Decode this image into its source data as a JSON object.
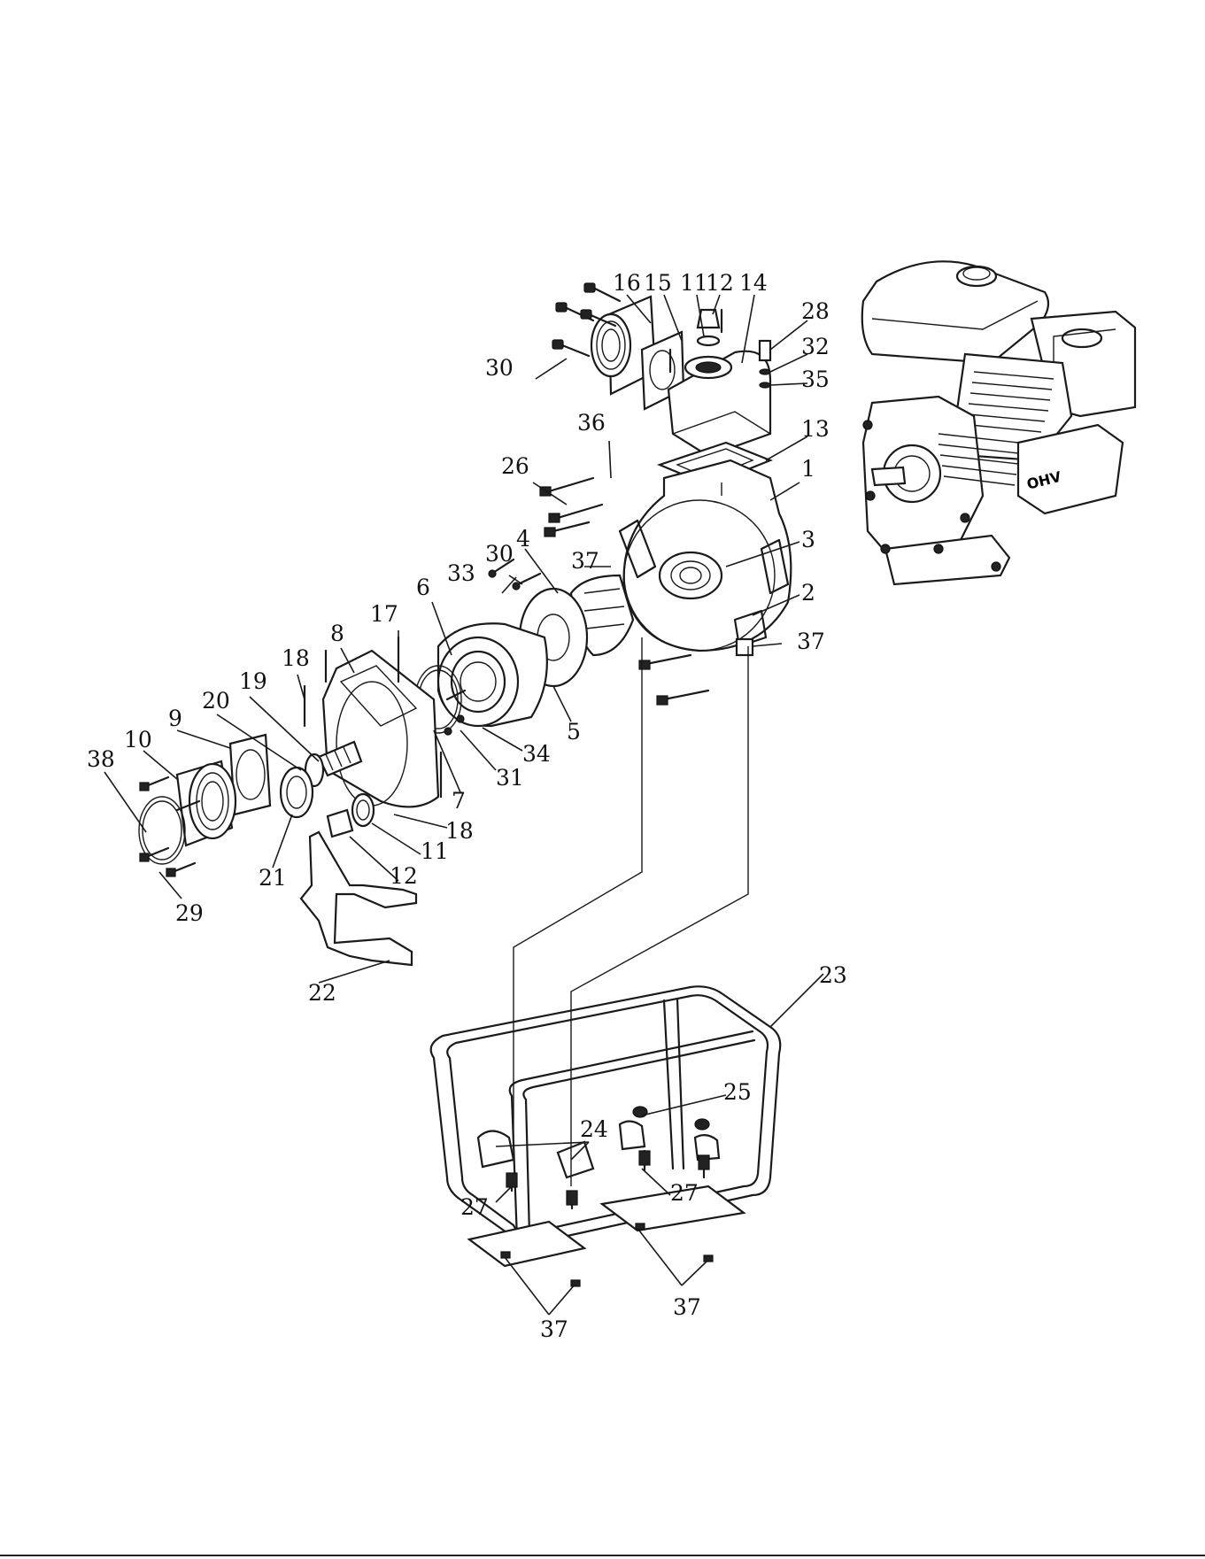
{
  "callouts": [
    {
      "id": "c16a",
      "text": "16"
    },
    {
      "id": "c15a",
      "text": "15"
    },
    {
      "id": "c11a",
      "text": "11"
    },
    {
      "id": "c12a",
      "text": "12"
    },
    {
      "id": "c14",
      "text": "14"
    },
    {
      "id": "c28",
      "text": "28"
    },
    {
      "id": "c32",
      "text": "32"
    },
    {
      "id": "c35",
      "text": "35"
    },
    {
      "id": "c30a",
      "text": "30"
    },
    {
      "id": "c36",
      "text": "36"
    },
    {
      "id": "c13",
      "text": "13"
    },
    {
      "id": "c26",
      "text": "26"
    },
    {
      "id": "c1",
      "text": "1"
    },
    {
      "id": "c3",
      "text": "3"
    },
    {
      "id": "c37a",
      "text": "37"
    },
    {
      "id": "c30b",
      "text": "30"
    },
    {
      "id": "c4",
      "text": "4"
    },
    {
      "id": "c33",
      "text": "33"
    },
    {
      "id": "c2",
      "text": "2"
    },
    {
      "id": "c37b",
      "text": "37"
    },
    {
      "id": "c6",
      "text": "6"
    },
    {
      "id": "c17",
      "text": "17"
    },
    {
      "id": "c8",
      "text": "8"
    },
    {
      "id": "c18a",
      "text": "18"
    },
    {
      "id": "c19",
      "text": "19"
    },
    {
      "id": "c20",
      "text": "20"
    },
    {
      "id": "c9",
      "text": "9"
    },
    {
      "id": "c10",
      "text": "10"
    },
    {
      "id": "c38",
      "text": "38"
    },
    {
      "id": "c5",
      "text": "5"
    },
    {
      "id": "c34",
      "text": "34"
    },
    {
      "id": "c31",
      "text": "31"
    },
    {
      "id": "c7",
      "text": "7"
    },
    {
      "id": "c18b",
      "text": "18"
    },
    {
      "id": "c11b",
      "text": "11"
    },
    {
      "id": "c12b",
      "text": "12"
    },
    {
      "id": "c21",
      "text": "21"
    },
    {
      "id": "c29",
      "text": "29"
    },
    {
      "id": "c22",
      "text": "22"
    },
    {
      "id": "c23",
      "text": "23"
    },
    {
      "id": "c25",
      "text": "25"
    },
    {
      "id": "c24",
      "text": "24"
    },
    {
      "id": "c27a",
      "text": "27"
    },
    {
      "id": "c27b",
      "text": "27"
    },
    {
      "id": "c37c",
      "text": "37"
    },
    {
      "id": "c37d",
      "text": "37"
    }
  ],
  "engine_badge": "OHV"
}
